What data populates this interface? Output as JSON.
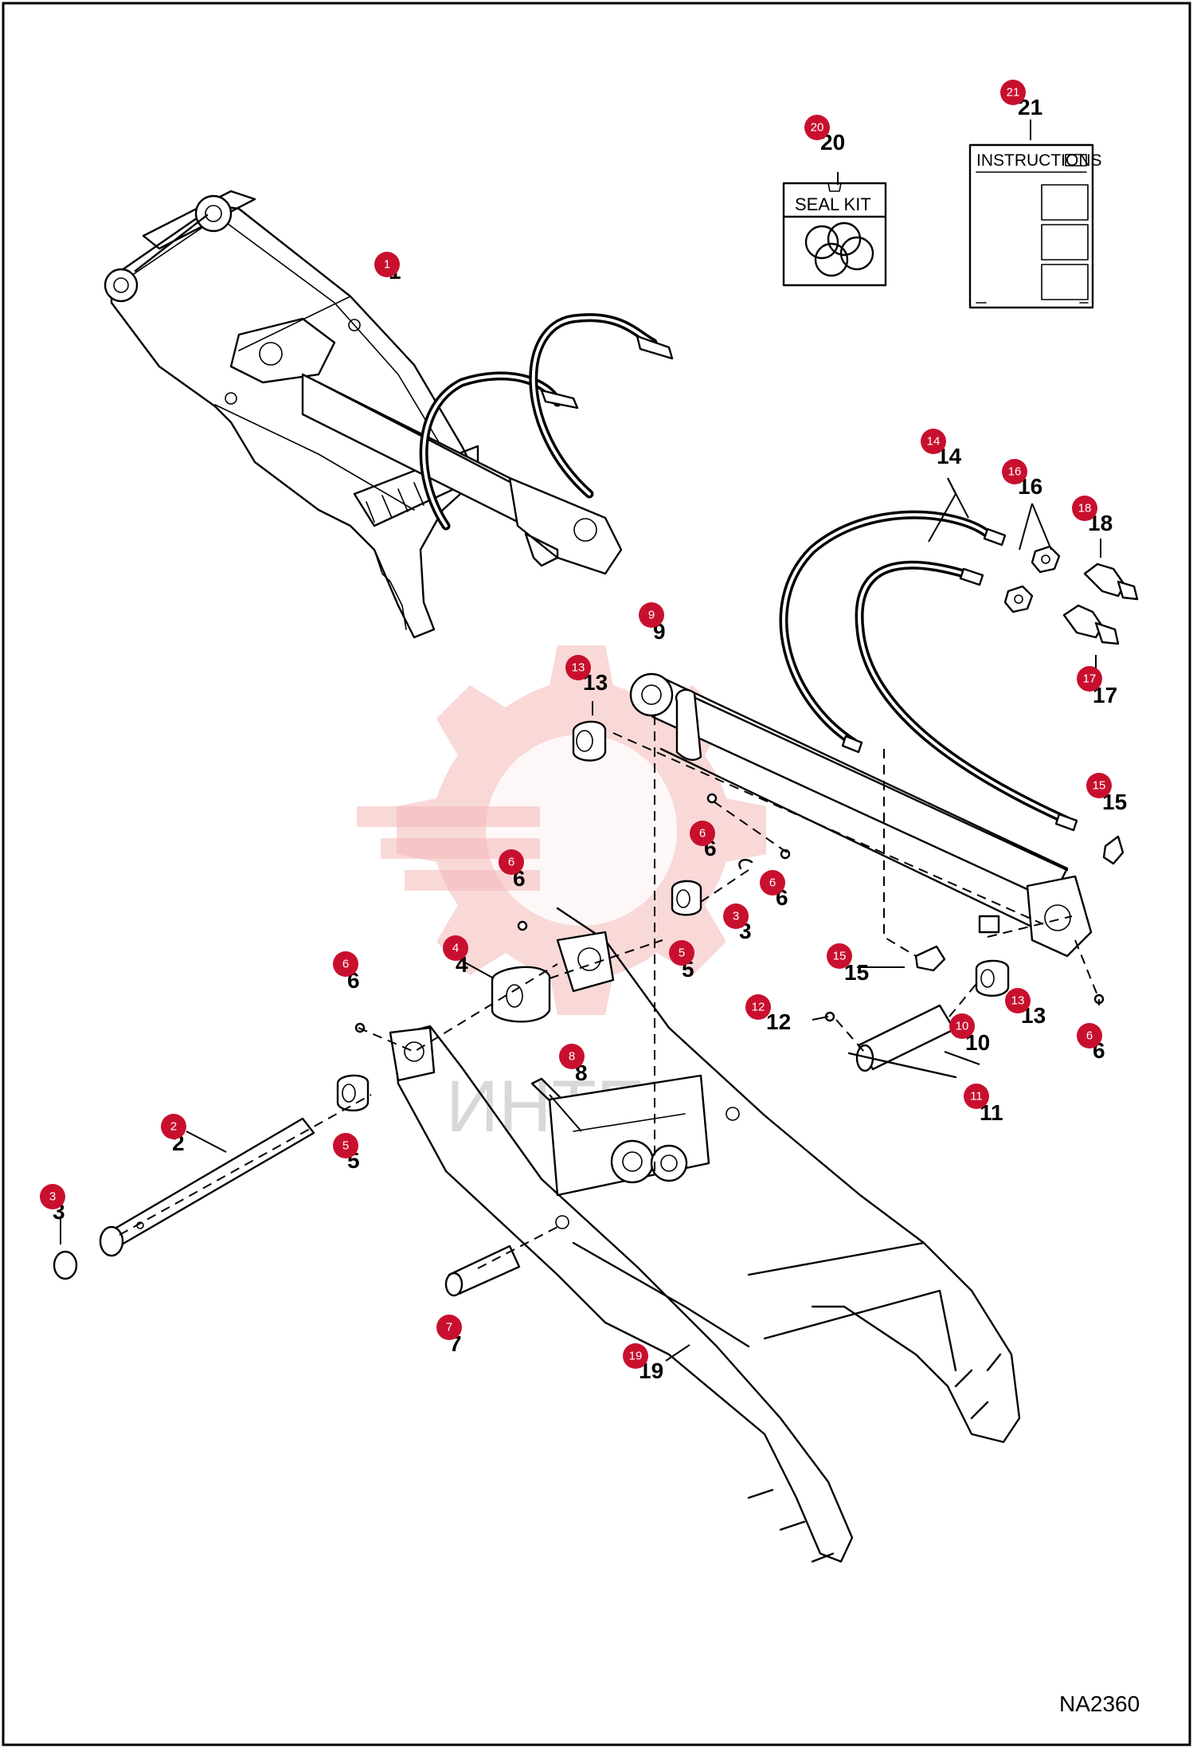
{
  "figure_ref": "NA2360",
  "watermark_text": "ИНТЕХ",
  "seal_kit_label": "SEAL KIT",
  "instructions_label": "INSTRUCTIONS",
  "badge_color": "#c8102e",
  "callouts": [
    {
      "id": "c1",
      "badge": "1",
      "number": "1"
    },
    {
      "id": "c2",
      "badge": "2",
      "number": "2"
    },
    {
      "id": "c3a",
      "badge": "3",
      "number": "3"
    },
    {
      "id": "c3b",
      "badge": "3",
      "number": "3"
    },
    {
      "id": "c4",
      "badge": "4",
      "number": "4"
    },
    {
      "id": "c5a",
      "badge": "5",
      "number": "5"
    },
    {
      "id": "c5b",
      "badge": "5",
      "number": "5"
    },
    {
      "id": "c6a",
      "badge": "6",
      "number": "6"
    },
    {
      "id": "c6b",
      "badge": "6",
      "number": "6"
    },
    {
      "id": "c6c",
      "badge": "6",
      "number": "6"
    },
    {
      "id": "c6d",
      "badge": "6",
      "number": "6"
    },
    {
      "id": "c6e",
      "badge": "6",
      "number": "6"
    },
    {
      "id": "c7",
      "badge": "7",
      "number": "7"
    },
    {
      "id": "c8",
      "badge": "8",
      "number": "8"
    },
    {
      "id": "c9",
      "badge": "9",
      "number": "9"
    },
    {
      "id": "c10",
      "badge": "10",
      "number": "10"
    },
    {
      "id": "c11",
      "badge": "11",
      "number": "11"
    },
    {
      "id": "c12",
      "badge": "12",
      "number": "12"
    },
    {
      "id": "c13a",
      "badge": "13",
      "number": "13"
    },
    {
      "id": "c13b",
      "badge": "13",
      "number": "13"
    },
    {
      "id": "c14",
      "badge": "14",
      "number": "14"
    },
    {
      "id": "c15a",
      "badge": "15",
      "number": "15"
    },
    {
      "id": "c15b",
      "badge": "15",
      "number": "15"
    },
    {
      "id": "c16",
      "badge": "16",
      "number": "16"
    },
    {
      "id": "c17",
      "badge": "17",
      "number": "17"
    },
    {
      "id": "c18",
      "badge": "18",
      "number": "18"
    },
    {
      "id": "c19",
      "badge": "19",
      "number": "19"
    },
    {
      "id": "c20",
      "badge": "20",
      "number": "20"
    },
    {
      "id": "c21",
      "badge": "21",
      "number": "21"
    }
  ]
}
